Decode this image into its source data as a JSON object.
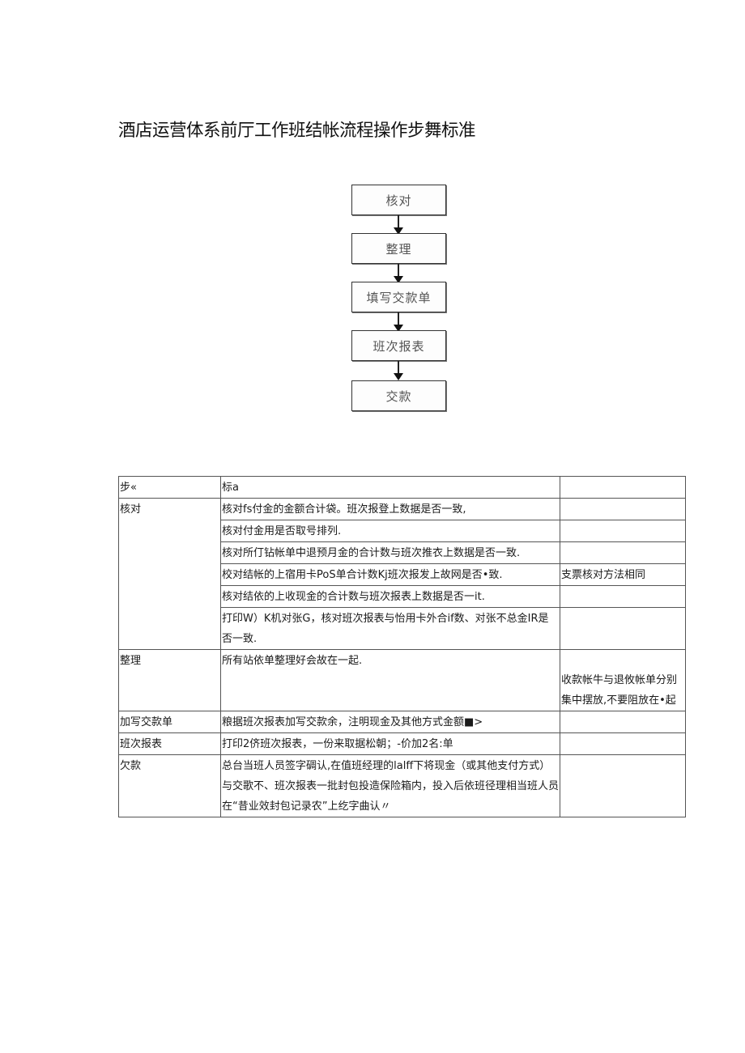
{
  "document": {
    "title": "酒店运营体系前厅工作班结帐流程操作步舞标准"
  },
  "flowchart": {
    "steps": [
      {
        "label": "核对"
      },
      {
        "label": "整理"
      },
      {
        "label": "填写交款单"
      },
      {
        "label": "班次报表"
      },
      {
        "label": "交款"
      }
    ]
  },
  "table": {
    "headers": [
      "步«",
      "标a",
      ""
    ],
    "rows": [
      {
        "step": "核对",
        "standard": "核对fs付金的金额合计袋。班次报登上数据是否一致,",
        "note": ""
      },
      {
        "step": "",
        "standard": "核对付金用是否取号排列.",
        "note": ""
      },
      {
        "step": "",
        "standard": "核对所仃钻帐单中退预月金的合计数与班次推衣上数据是否一致.",
        "note": ""
      },
      {
        "step": "",
        "standard": "校对结帐的上宿用卡PoS单合计数Kj班次报发上故网是否•致.",
        "note": "支票核对方法相同"
      },
      {
        "step": "",
        "standard": "核对结依的上收现金的合计数与班次报表上数据是否一it.",
        "note": ""
      },
      {
        "step": "",
        "standard": "打印W）K机对张G，核对班次报表与怡用卡外合if数、对张不总金IR是否一致.",
        "note": ""
      },
      {
        "step": "整理",
        "standard": "所有站依单整理好会故在一起.",
        "note": "收款帐牛与退攸帐单分别集中摆放,不要阻放在•起"
      },
      {
        "step": "加写交款单",
        "standard": "粮据班次报表加写交款余，注明现金及其他方式金额■>",
        "note": ""
      },
      {
        "step": "班次报表",
        "standard": "打印2侪班次报表，一份来取据松朝；-价加2名:单",
        "note": ""
      },
      {
        "step": "欠款",
        "standard": "总台当班人员签字碉认,在值班经理的lalff下将现金（或其他支付方式）与交歌不、班次报表一批封包投造保险箱内，投入后依班径理相当班人员在“昔业效封包记录农”上纥字曲认〃",
        "note": ""
      }
    ]
  }
}
